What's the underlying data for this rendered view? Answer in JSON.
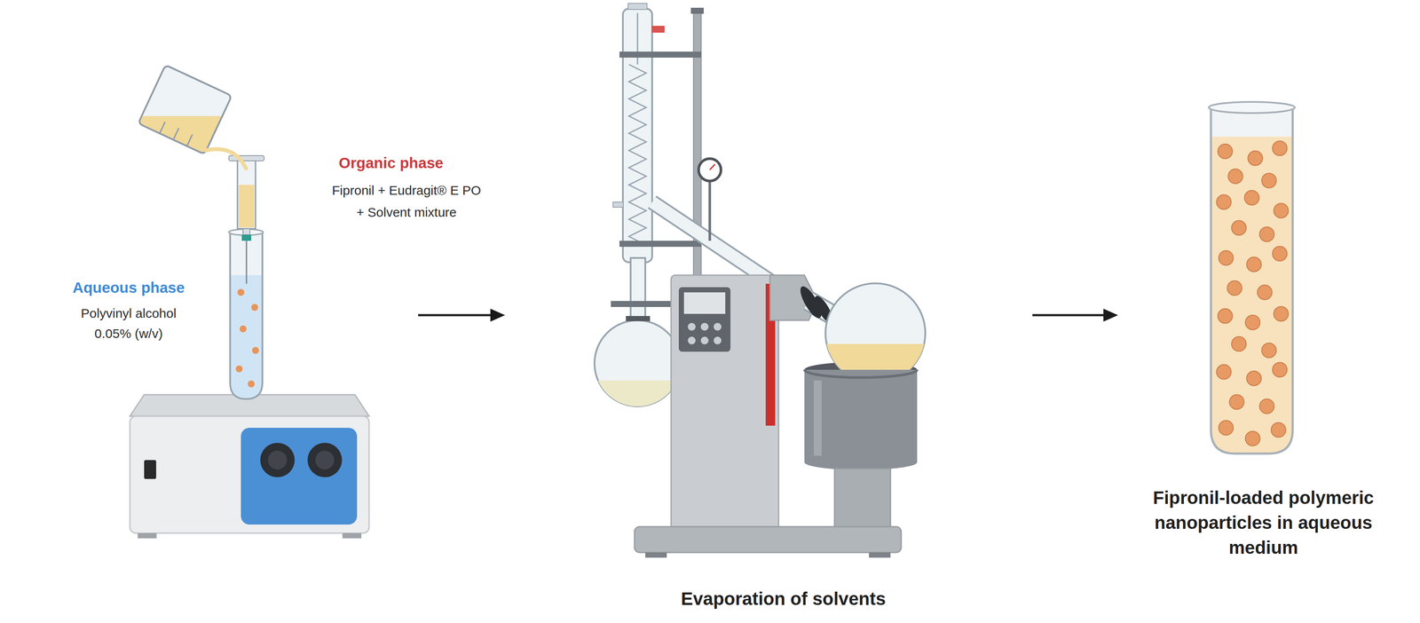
{
  "diagram": {
    "nodes": [
      {
        "text": [
          "Organic phase",
          "Fipronil + Eudragit® E PO + Solvent mixture",
          "Aqueous phase",
          "Polyvinyl alcohol 0.05% (w/v)"
        ]
      },
      {
        "text": [
          "Evaporation of solvents"
        ]
      },
      {
        "text": [
          "Fipronil-loaded polymeric nanoparticles in aqueous medium"
        ]
      }
    ],
    "edges": [
      {
        "from": 0,
        "to": 1,
        "arrow": "to"
      },
      {
        "from": 1,
        "to": 2,
        "arrow": "to"
      }
    ]
  }
}
